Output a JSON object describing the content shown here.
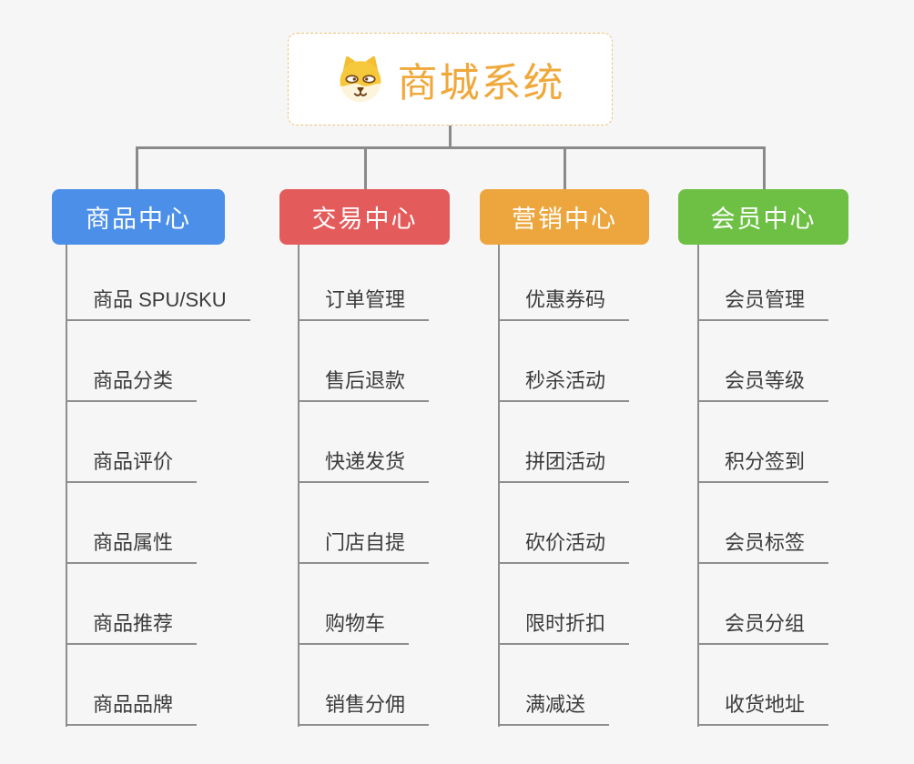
{
  "root": {
    "title": "商城系统",
    "icon": "shiba-dog-icon",
    "title_color": "#F0A83B",
    "border_color": "#EEC27A"
  },
  "connector_color": "#8A8A8A",
  "branches": [
    {
      "label": "商品中心",
      "color": "#4B8FE8",
      "items": [
        "商品 SPU/SKU",
        "商品分类",
        "商品评价",
        "商品属性",
        "商品推荐",
        "商品品牌"
      ]
    },
    {
      "label": "交易中心",
      "color": "#E45B5B",
      "items": [
        "订单管理",
        "售后退款",
        "快递发货",
        "门店自提",
        "购物车",
        "销售分佣"
      ]
    },
    {
      "label": "营销中心",
      "color": "#EDA63D",
      "items": [
        "优惠券码",
        "秒杀活动",
        "拼团活动",
        "砍价活动",
        "限时折扣",
        "满减送"
      ]
    },
    {
      "label": "会员中心",
      "color": "#6DC044",
      "items": [
        "会员管理",
        "会员等级",
        "积分签到",
        "会员标签",
        "会员分组",
        "收货地址"
      ]
    }
  ]
}
